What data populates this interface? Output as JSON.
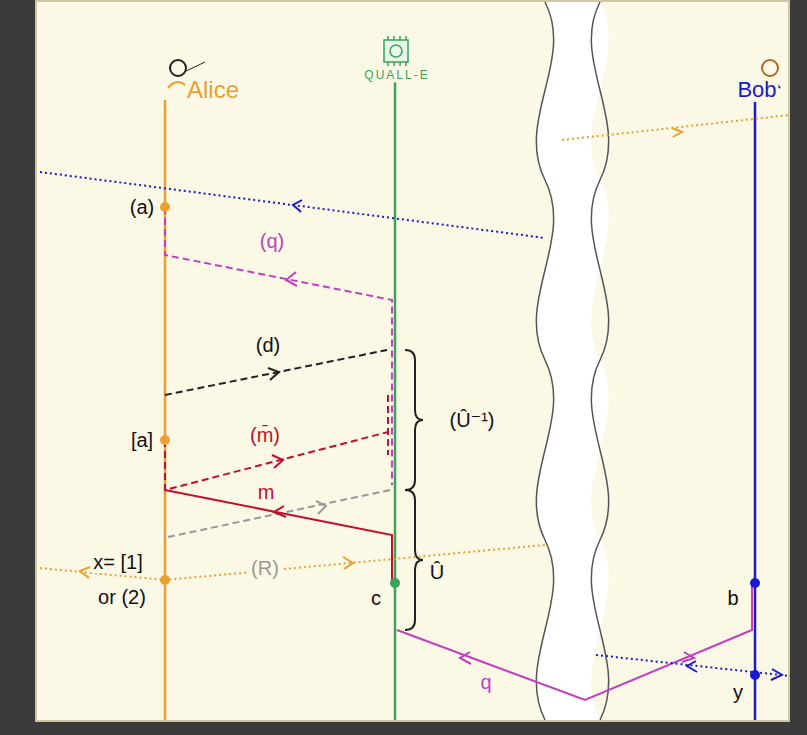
{
  "diagram": {
    "labels": [
      "Alice",
      "QUALL-E",
      "Bob",
      "(a)",
      "(q)",
      "(d)",
      "(Û⁻¹)",
      "[a]",
      "(m̄)",
      "m",
      "(R)",
      "x= [1]",
      "or (2)",
      "c",
      "Û",
      "b",
      "q",
      "y"
    ]
  }
}
